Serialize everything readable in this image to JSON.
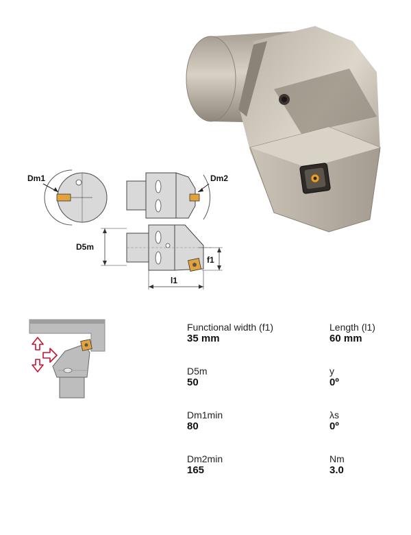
{
  "drawing": {
    "dm1": "Dm1",
    "dm2": "Dm2",
    "d5m": "D5m",
    "f1": "f1",
    "l1": "l1"
  },
  "colors": {
    "arrow": "#c8102e",
    "insert": "#e3a23c",
    "steel": "#c9c2b8"
  },
  "specs": [
    {
      "label": "Functional width (f1)",
      "value": "35 mm"
    },
    {
      "label": "Length (l1)",
      "value": "60 mm"
    },
    {
      "label": "D5m",
      "value": "50"
    },
    {
      "label": "y",
      "value": "0º"
    },
    {
      "label": "Dm1min",
      "value": "80"
    },
    {
      "label": "λs",
      "value": "0º"
    },
    {
      "label": "Dm2min",
      "value": "165"
    },
    {
      "label": "Nm",
      "value": "3.0"
    }
  ]
}
